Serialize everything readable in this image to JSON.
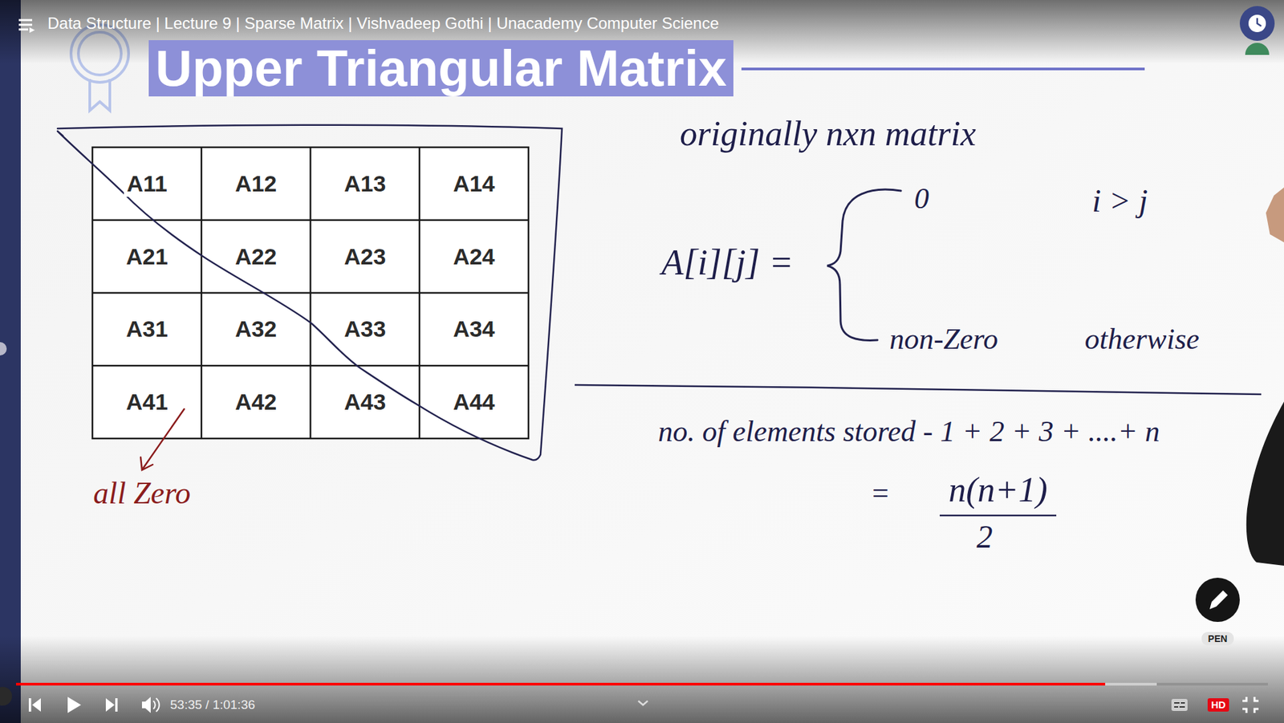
{
  "diagram": {
    "title": "Upper Triangular Matrix",
    "labels": [
      "Data Structure | Lecture 9 | Sparse Matrix | Vishvadeep Gothi | Unacademy Computer Science",
      "A11",
      "A12",
      "A13",
      "A14",
      "A21",
      "A22",
      "A23",
      "A24",
      "A31",
      "A32",
      "A33",
      "A34",
      "A41",
      "A42",
      "A43",
      "A44",
      "all Zero",
      "originally nxn matrix",
      "A[i][j] =",
      "0",
      "i > j",
      "non-Zero",
      "otherwise",
      "no. of elements stored - 1 + 2 + 3 + ....+ n",
      "=",
      "n(n+1)",
      "2",
      "PEN",
      "53:35 / 1:01:36",
      "HD"
    ]
  }
}
